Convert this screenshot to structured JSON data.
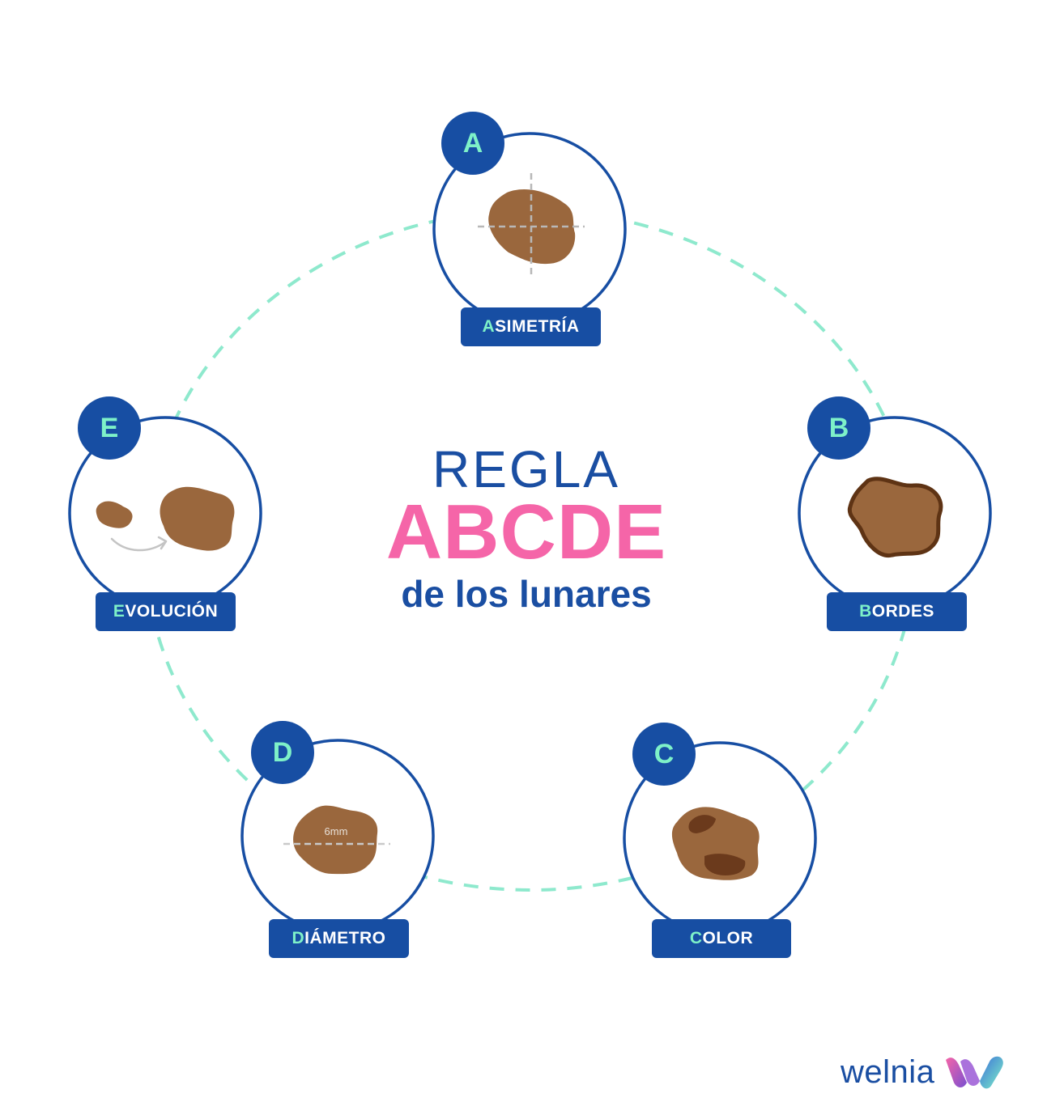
{
  "title": {
    "line1": "REGLA",
    "line2": "ABCDE",
    "line3": "de los lunares"
  },
  "items": [
    {
      "letter": "A",
      "label_first": "A",
      "label_rest": "SIMETRÍA",
      "icon": "asymmetric-mole-icon"
    },
    {
      "letter": "B",
      "label_first": "B",
      "label_rest": "ORDES",
      "icon": "irregular-border-mole-icon"
    },
    {
      "letter": "C",
      "label_first": "C",
      "label_rest": "OLOR",
      "icon": "multicolor-mole-icon"
    },
    {
      "letter": "D",
      "label_first": "D",
      "label_rest": "IÁMETRO",
      "icon": "diameter-mole-icon",
      "measure": "6mm"
    },
    {
      "letter": "E",
      "label_first": "E",
      "label_rest": "VOLUCIÓN",
      "icon": "evolving-mole-icon"
    }
  ],
  "brand": {
    "name": "welnia",
    "logo": "welnia-w-logo-icon"
  },
  "colors": {
    "navy": "#174ea3",
    "pink": "#f565a8",
    "mint": "#7ef1c8",
    "mole": "#9a673d",
    "mole_dark": "#6b3a1c",
    "dashed_ring": "#8ee9cd"
  }
}
